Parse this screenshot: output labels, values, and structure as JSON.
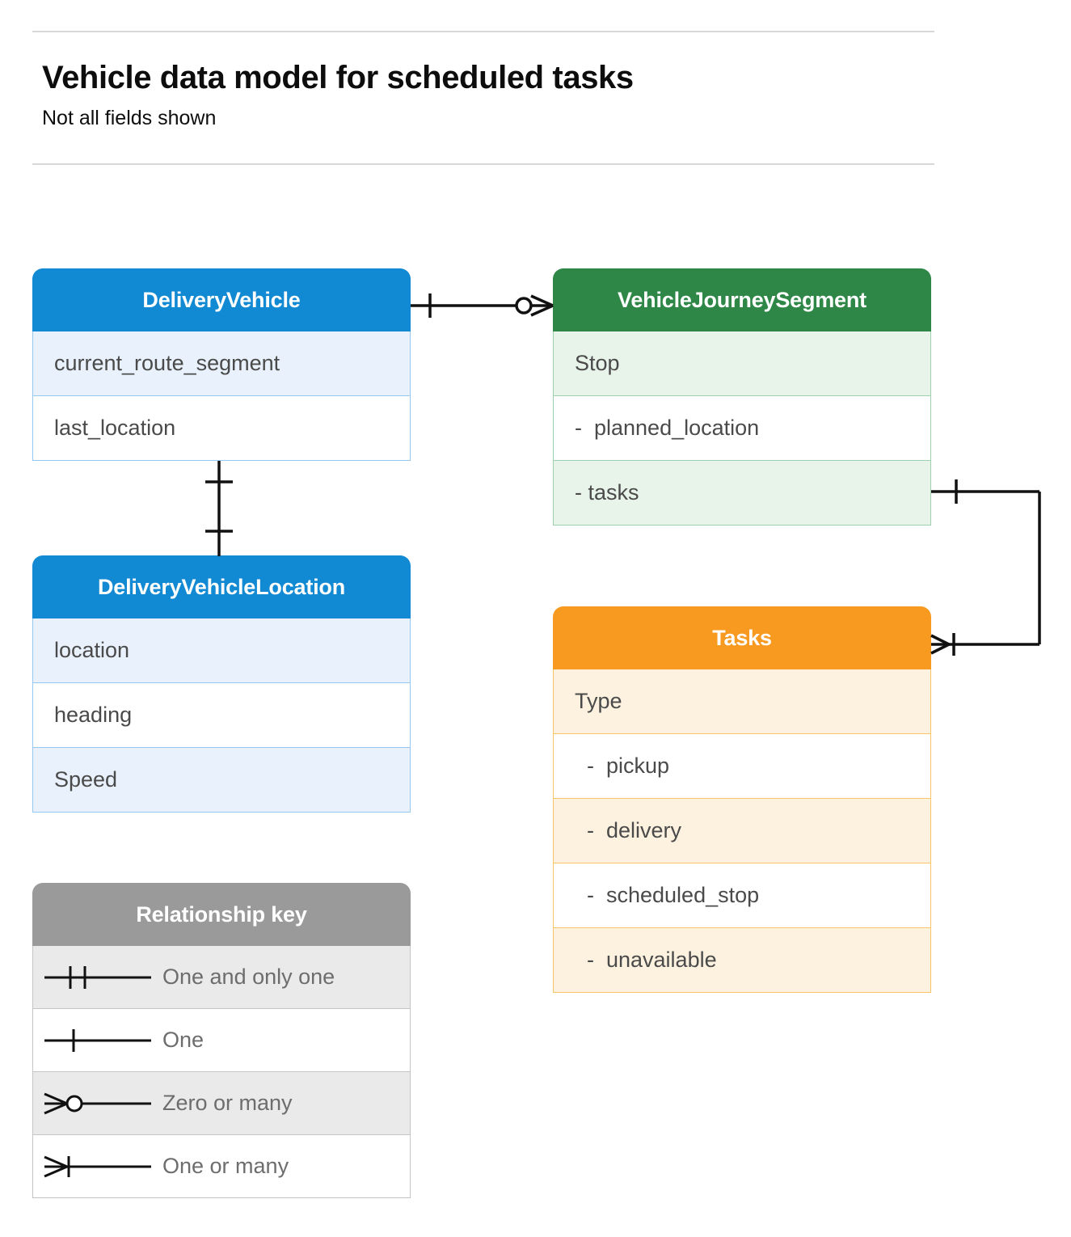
{
  "header": {
    "title": "Vehicle data model for scheduled tasks",
    "subtitle": "Not all fields shown"
  },
  "colors": {
    "blue_header": "#1289d3",
    "blue_row": "#e8f1fc",
    "blue_border": "#96c8ef",
    "green_header": "#2e8747",
    "green_row": "#e8f3ea",
    "green_border": "#9fd0ad",
    "orange_header": "#f89a20",
    "orange_row": "#fdf2df",
    "orange_border": "#f8c46a",
    "gray_header": "#9a9a9a",
    "gray_row": "#eaeaea",
    "gray_border": "#c4c4c4",
    "connector": "#000000",
    "rule": "#d8d8d8",
    "text_body": "#4a4a4a",
    "text_legend": "#6d6d6d"
  },
  "entities": [
    {
      "id": "delivery-vehicle",
      "name": "DeliveryVehicle",
      "theme": "blue",
      "fields": [
        "current_route_segment",
        "last_location"
      ]
    },
    {
      "id": "vehicle-journey-segment",
      "name": "VehicleJourneySegment",
      "theme": "green",
      "fields": [
        "Stop",
        "-  planned_location",
        "- tasks"
      ]
    },
    {
      "id": "delivery-vehicle-location",
      "name": "DeliveryVehicleLocation",
      "theme": "blue",
      "fields": [
        "location",
        "heading",
        "Speed"
      ]
    },
    {
      "id": "tasks",
      "name": "Tasks",
      "theme": "orange",
      "fields": [
        "Type",
        "  -  pickup",
        "  -  delivery",
        "  -  scheduled_stop",
        "  -  unavailable"
      ]
    }
  ],
  "legend": {
    "title": "Relationship key",
    "rows": [
      {
        "symbol": "one-and-only-one",
        "label": "One and only one"
      },
      {
        "symbol": "one",
        "label": "One"
      },
      {
        "symbol": "zero-or-many",
        "label": "Zero or many"
      },
      {
        "symbol": "one-or-many",
        "label": "One or many"
      }
    ]
  },
  "relationships": [
    {
      "id": "deliveryvehicle-to-journeysegment",
      "from": "DeliveryVehicle",
      "to": "VehicleJourneySegment",
      "from_cardinality": "One",
      "to_cardinality": "Zero or many"
    },
    {
      "id": "deliveryvehicle-to-vehiclelocation",
      "from": "DeliveryVehicle",
      "to": "DeliveryVehicleLocation",
      "from_cardinality": "One",
      "to_cardinality": "One"
    },
    {
      "id": "journeysegment-tasks-to-tasks",
      "from": "VehicleJourneySegment.tasks",
      "to": "Tasks",
      "from_cardinality": "One",
      "to_cardinality": "One or many"
    }
  ]
}
